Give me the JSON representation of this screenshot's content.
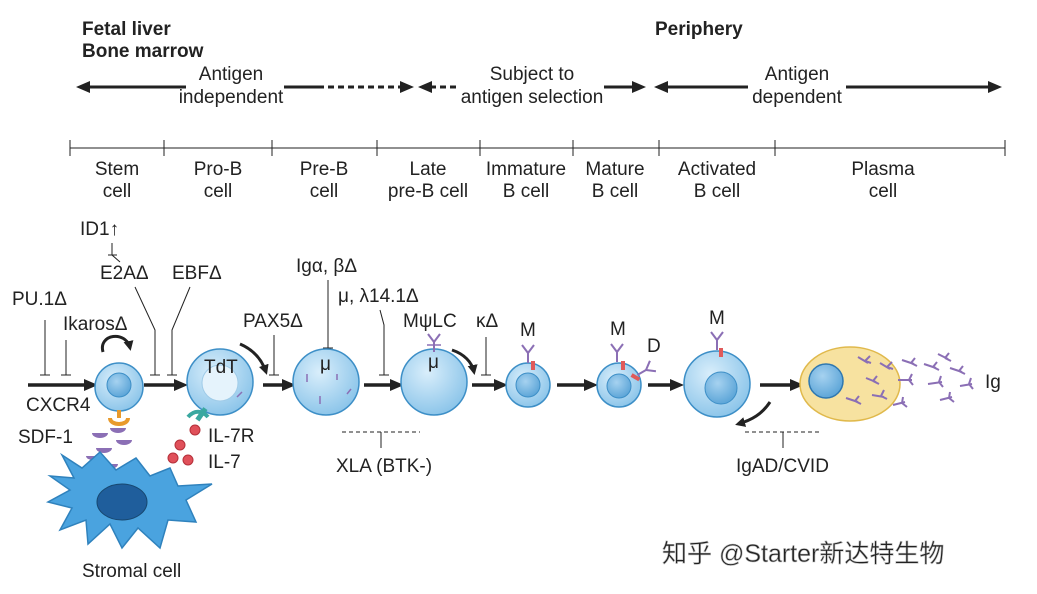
{
  "headers": {
    "fetal_liver": "Fetal liver",
    "bone_marrow": "Bone marrow",
    "periphery": "Periphery"
  },
  "phases": {
    "antigen_independent": [
      "Antigen",
      "independent"
    ],
    "antigen_selection": [
      "Subject to",
      "antigen selection"
    ],
    "antigen_dependent": [
      "Antigen",
      "dependent"
    ]
  },
  "stages": [
    [
      "Stem",
      "cell"
    ],
    [
      "Pro-B",
      "cell"
    ],
    [
      "Pre-B",
      "cell"
    ],
    [
      "Late",
      "pre-B cell"
    ],
    [
      "Immature",
      "B cell"
    ],
    [
      "Mature",
      "B cell"
    ],
    [
      "Activated",
      "B cell"
    ],
    [
      "Plasma",
      "cell"
    ]
  ],
  "factors": {
    "id1": "ID1↑",
    "e2a": "E2AΔ",
    "ebf": "EBFΔ",
    "pu1": "PU.1Δ",
    "ikaros": "IkarosΔ",
    "pax5": "PAX5Δ",
    "igab": "Igα, βΔ",
    "mu_lambda": "μ, λ14.1Δ",
    "mpsilc": "MψLC",
    "kappa": "κΔ"
  },
  "cell_labels": {
    "tdt": "TdT",
    "mu": "μ",
    "m": "M",
    "d": "D",
    "ig": "Ig"
  },
  "signals": {
    "cxcr4": "CXCR4",
    "sdf1": "SDF-1",
    "il7r": "IL-7R",
    "il7": "IL-7",
    "stromal": "Stromal cell"
  },
  "diseases": {
    "xla": "XLA (BTK-)",
    "igad": "IgAD/CVID"
  },
  "watermark": "知乎 @Starter新达特生物",
  "colors": {
    "cell_fill": "#a8d4ee",
    "nucleus": "#6aaedc",
    "stroma": "#4aa3df",
    "plasma": "#f5dc88",
    "receptor": "#8b6fb5",
    "il7": "#e0505a",
    "tie": "#e89a2c"
  }
}
